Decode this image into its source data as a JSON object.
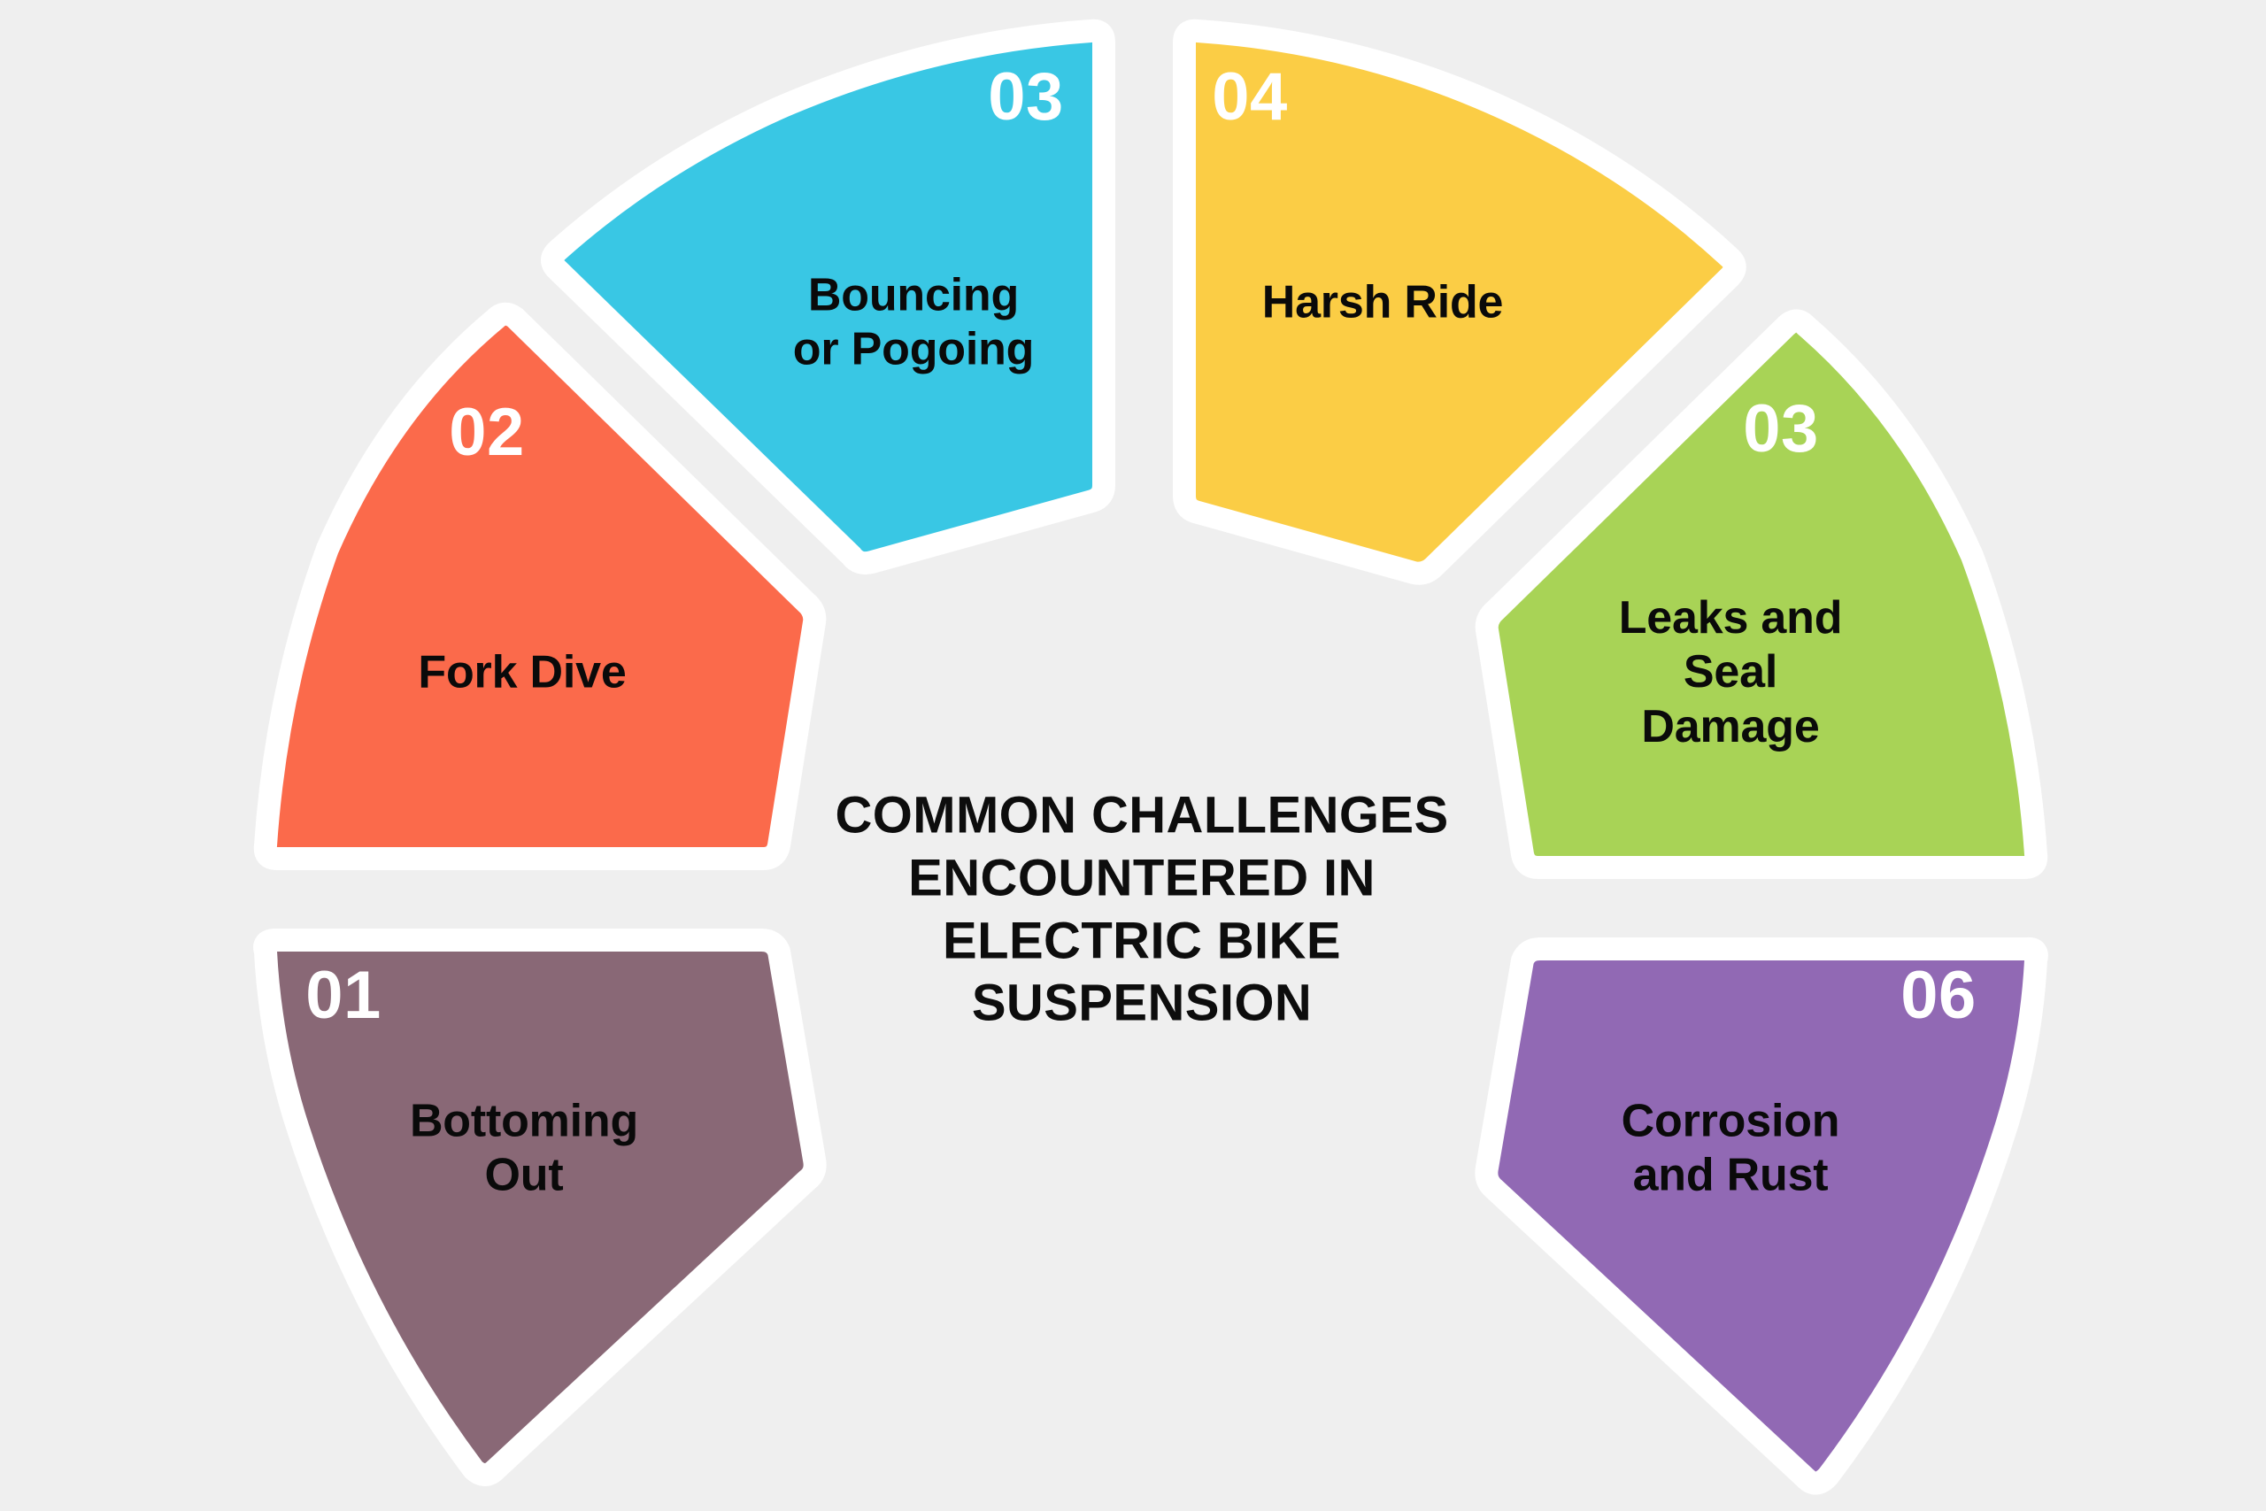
{
  "background_color": "#efefef",
  "center": {
    "title_lines": [
      "COMMON CHALLENGES",
      "ENCOUNTERED IN",
      "ELECTRIC BIKE",
      "SUSPENSION"
    ],
    "title_full": "COMMON CHALLENGES ENCOUNTERED IN ELECTRIC BIKE SUSPENSION",
    "text_color": "#0d0d0d"
  },
  "segments": [
    {
      "number": "01",
      "label": "Bottoming\nOut",
      "color": "#896876",
      "number_color": "#ffffff",
      "label_color": "#0a0a0a",
      "position": "bottom-left"
    },
    {
      "number": "02",
      "label": "Fork Dive",
      "color": "#fb6a4b",
      "number_color": "#ffffff",
      "label_color": "#0a0a0a",
      "position": "left"
    },
    {
      "number": "03",
      "label": "Bouncing\nor Pogoing",
      "color": "#39c7e4",
      "number_color": "#ffffff",
      "label_color": "#0a0a0a",
      "position": "top-left"
    },
    {
      "number": "04",
      "label": "Harsh Ride",
      "color": "#fbcd45",
      "number_color": "#ffffff",
      "label_color": "#0a0a0a",
      "position": "top-right"
    },
    {
      "number": "03",
      "label": "Leaks and\nSeal\nDamage",
      "color": "#a8d356",
      "number_color": "#ffffff",
      "label_color": "#0a0a0a",
      "position": "right"
    },
    {
      "number": "06",
      "label": "Corrosion\nand Rust",
      "color": "#9169b4",
      "number_color": "#ffffff",
      "label_color": "#0a0a0a",
      "position": "bottom-right"
    }
  ]
}
